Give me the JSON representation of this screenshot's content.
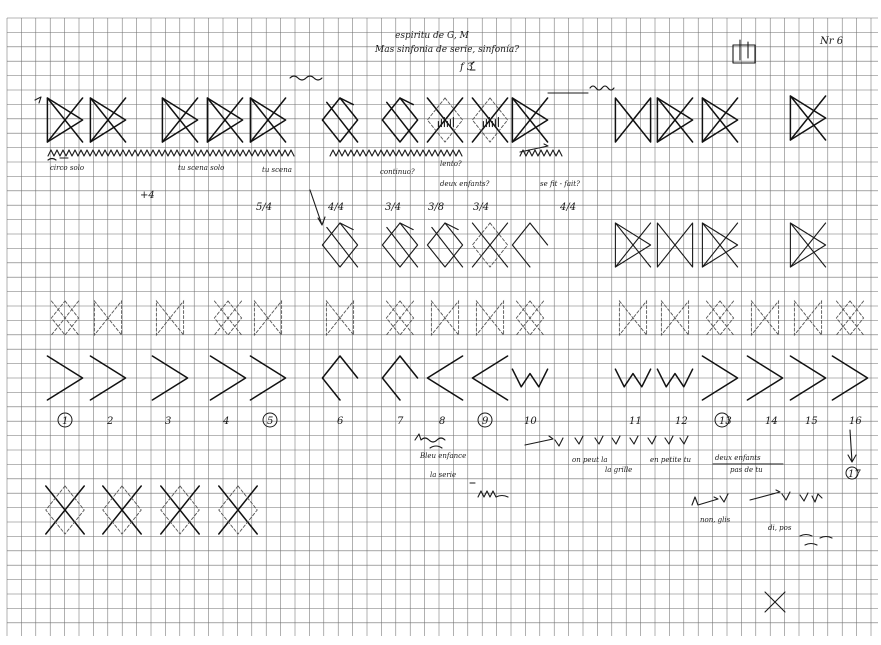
{
  "sheet": {
    "page_label": "Nr 6",
    "top_note_line1": "espiritu de G, M",
    "top_note_line2": "Mas sinfonia de serie, sinfonía?",
    "ink_color": "#1a1a1a",
    "grid_color": "#6f6f6f"
  },
  "annotations": {
    "row1_labels": [
      "circo solo",
      "tu scena solo",
      "tu scena",
      "continuo?",
      "lento?",
      "deux enfants?",
      "se fit - fait?"
    ],
    "fractions_row": [
      "4",
      "5/4",
      "4/4",
      "3/4",
      "3/8",
      "3/4",
      "4/4"
    ],
    "small_marks": [
      "+4",
      "f 3"
    ],
    "lower_notes": [
      "Bleu enfance",
      "la serie",
      "on peut la",
      "la grille",
      "en petite tu",
      "deux enfants",
      "pas de tu",
      "non, glis",
      "di, pos"
    ]
  },
  "numbering": {
    "labels": [
      "1",
      "2",
      "3",
      "4",
      "5",
      "6",
      "7",
      "8",
      "9",
      "10",
      "11",
      "12",
      "13",
      "14",
      "15",
      "16"
    ],
    "circled": [
      "1",
      "5",
      "9",
      "13"
    ],
    "extra_circled": "17"
  }
}
